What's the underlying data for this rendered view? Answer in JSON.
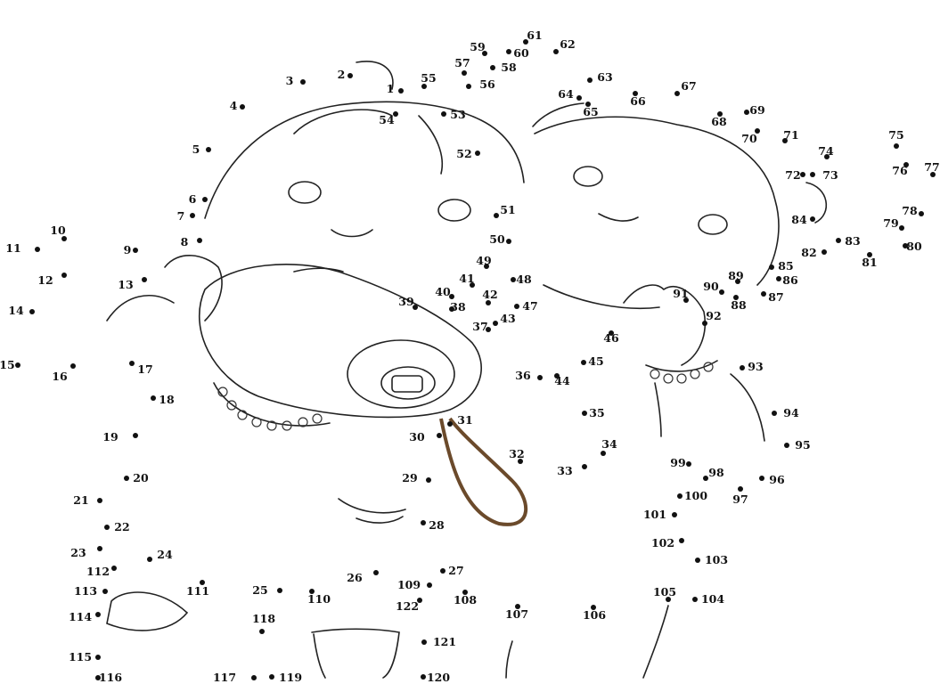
{
  "puzzle": {
    "kind": "connect-the-dots",
    "ink_color": "#111111",
    "strap_color": "#6b4a2b",
    "points": [
      {
        "n": "1"
      },
      {
        "n": "2"
      },
      {
        "n": "3"
      },
      {
        "n": "4"
      },
      {
        "n": "5"
      },
      {
        "n": "6"
      },
      {
        "n": "7"
      },
      {
        "n": "8"
      },
      {
        "n": "9"
      },
      {
        "n": "10"
      },
      {
        "n": "11"
      },
      {
        "n": "12"
      },
      {
        "n": "13"
      },
      {
        "n": "14"
      },
      {
        "n": "15"
      },
      {
        "n": "16"
      },
      {
        "n": "17"
      },
      {
        "n": "18"
      },
      {
        "n": "19"
      },
      {
        "n": "20"
      },
      {
        "n": "21"
      },
      {
        "n": "22"
      },
      {
        "n": "23"
      },
      {
        "n": "24"
      },
      {
        "n": "25"
      },
      {
        "n": "26"
      },
      {
        "n": "27"
      },
      {
        "n": "28"
      },
      {
        "n": "29"
      },
      {
        "n": "30"
      },
      {
        "n": "31"
      },
      {
        "n": "32"
      },
      {
        "n": "33"
      },
      {
        "n": "34"
      },
      {
        "n": "35"
      },
      {
        "n": "36"
      },
      {
        "n": "37"
      },
      {
        "n": "38"
      },
      {
        "n": "39"
      },
      {
        "n": "40"
      },
      {
        "n": "41"
      },
      {
        "n": "42"
      },
      {
        "n": "43"
      },
      {
        "n": "44"
      },
      {
        "n": "45"
      },
      {
        "n": "46"
      },
      {
        "n": "47"
      },
      {
        "n": "48"
      },
      {
        "n": "49"
      },
      {
        "n": "50"
      },
      {
        "n": "51"
      },
      {
        "n": "52"
      },
      {
        "n": "53"
      },
      {
        "n": "54"
      },
      {
        "n": "55"
      },
      {
        "n": "56"
      },
      {
        "n": "57"
      },
      {
        "n": "58"
      },
      {
        "n": "59"
      },
      {
        "n": "60"
      },
      {
        "n": "61"
      },
      {
        "n": "62"
      },
      {
        "n": "63"
      },
      {
        "n": "64"
      },
      {
        "n": "65"
      },
      {
        "n": "66"
      },
      {
        "n": "67"
      },
      {
        "n": "68"
      },
      {
        "n": "69"
      },
      {
        "n": "70"
      },
      {
        "n": "71"
      },
      {
        "n": "72"
      },
      {
        "n": "73"
      },
      {
        "n": "74"
      },
      {
        "n": "75"
      },
      {
        "n": "76"
      },
      {
        "n": "77"
      },
      {
        "n": "78"
      },
      {
        "n": "79"
      },
      {
        "n": "80"
      },
      {
        "n": "81"
      },
      {
        "n": "82"
      },
      {
        "n": "83"
      },
      {
        "n": "84"
      },
      {
        "n": "85"
      },
      {
        "n": "86"
      },
      {
        "n": "87"
      },
      {
        "n": "88"
      },
      {
        "n": "89"
      },
      {
        "n": "90"
      },
      {
        "n": "91"
      },
      {
        "n": "92"
      },
      {
        "n": "93"
      },
      {
        "n": "94"
      },
      {
        "n": "95"
      },
      {
        "n": "96"
      },
      {
        "n": "97"
      },
      {
        "n": "98"
      },
      {
        "n": "99"
      },
      {
        "n": "100"
      },
      {
        "n": "101"
      },
      {
        "n": "102"
      },
      {
        "n": "103"
      },
      {
        "n": "104"
      },
      {
        "n": "105"
      },
      {
        "n": "106"
      },
      {
        "n": "107"
      },
      {
        "n": "108"
      },
      {
        "n": "109"
      },
      {
        "n": "110"
      },
      {
        "n": "111"
      },
      {
        "n": "112"
      },
      {
        "n": "113"
      },
      {
        "n": "114"
      },
      {
        "n": "115"
      },
      {
        "n": "116"
      },
      {
        "n": "117"
      },
      {
        "n": "118"
      },
      {
        "n": "119"
      },
      {
        "n": "120"
      },
      {
        "n": "121"
      },
      {
        "n": "122"
      }
    ]
  }
}
